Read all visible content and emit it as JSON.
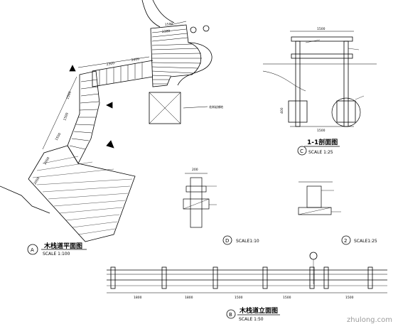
{
  "drawing": {
    "plan_title": "木栈道平面图",
    "plan_scale": "SCALE          1:100",
    "plan_marker": "A",
    "plan_note": "花岗岩铺地",
    "section_title": "1-1剖面图",
    "section_scale": "SCALE         1:25",
    "section_marker": "C",
    "detail_d_label": "SCALE1:10",
    "detail_d_marker": "D",
    "detail_2_label": "SCALE1:25",
    "detail_2_marker": "2",
    "elev_title": "木栈道立面图",
    "elev_scale": "SCALE          1:50",
    "elev_marker": "B",
    "watermark": "zhulong.com"
  },
  "dims": {
    "plan_top1": "1500",
    "plan_top2": "2300",
    "plan_a": "2300",
    "plan_b": "2000",
    "plan_c": "1500",
    "plan_d": "1500",
    "plan_e": "1500",
    "plan_f": "2000",
    "plan_g": "2000",
    "sec_top": "1500",
    "sec_bot": "1500",
    "sec_h": "400",
    "det_top": "200",
    "elev_1": "1800",
    "elev_2": "1800",
    "elev_3": "1500",
    "elev_4": "1500",
    "elev_5": "1500"
  }
}
